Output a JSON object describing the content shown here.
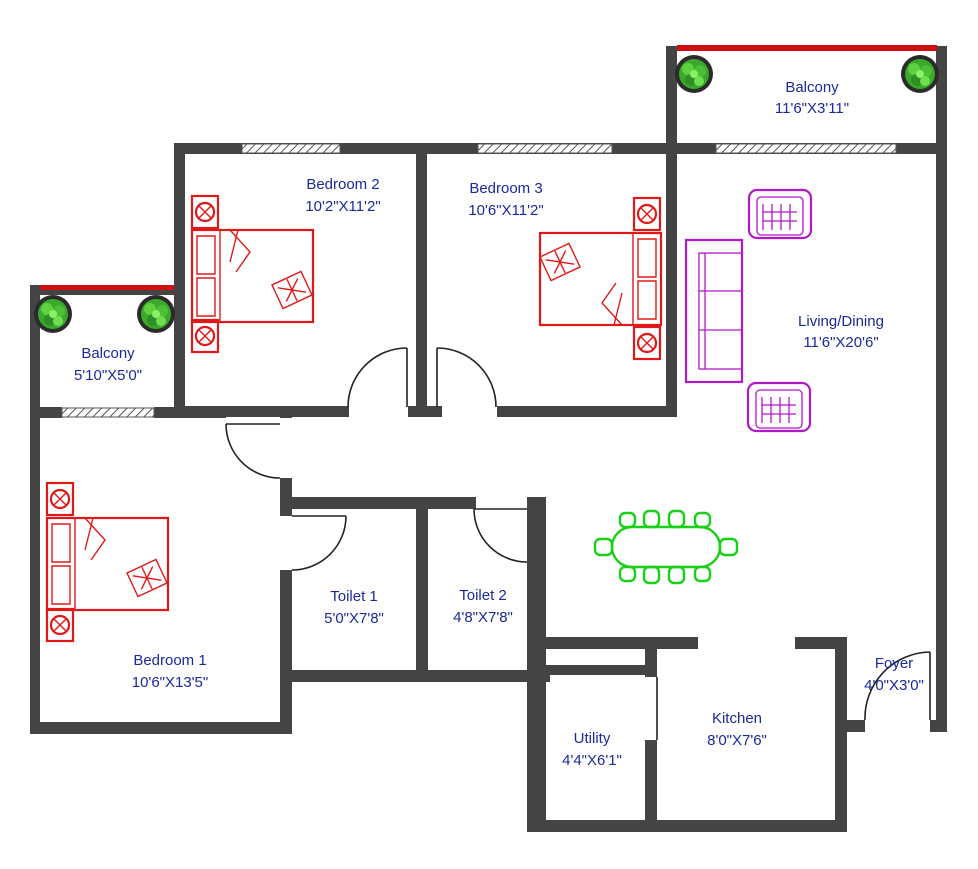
{
  "colors": {
    "wall": "#444444",
    "label": "#1a2a9a",
    "bed": "#e01818",
    "sofa": "#b018c8",
    "dining": "#18d018",
    "balcony_rail": "#d01010",
    "plant": "#3aa82a"
  },
  "rooms": {
    "balcony_top": {
      "name": "Balcony",
      "size": "11'6\"X3'11\""
    },
    "balcony_left": {
      "name": "Balcony",
      "size": "5'10\"X5'0\""
    },
    "bedroom2": {
      "name": "Bedroom 2",
      "size": "10'2\"X11'2\""
    },
    "bedroom3": {
      "name": "Bedroom 3",
      "size": "10'6\"X11'2\""
    },
    "living": {
      "name": "Living/Dining",
      "size": "11'6\"X20'6\""
    },
    "bedroom1": {
      "name": "Bedroom 1",
      "size": "10'6\"X13'5\""
    },
    "toilet1": {
      "name": "Toilet 1",
      "size": "5'0\"X7'8\""
    },
    "toilet2": {
      "name": "Toilet 2",
      "size": "4'8\"X7'8\""
    },
    "kitchen": {
      "name": "Kitchen",
      "size": "8'0\"X7'6\""
    },
    "utility": {
      "name": "Utility",
      "size": "4'4\"X6'1\""
    },
    "foyer": {
      "name": "Foyer",
      "size": "4'0\"X3'0\""
    }
  },
  "icons": [
    "bed-icon",
    "sofa-icon",
    "armchair-icon",
    "dining-table-icon",
    "plant-icon",
    "door-swing-icon",
    "window-icon"
  ]
}
